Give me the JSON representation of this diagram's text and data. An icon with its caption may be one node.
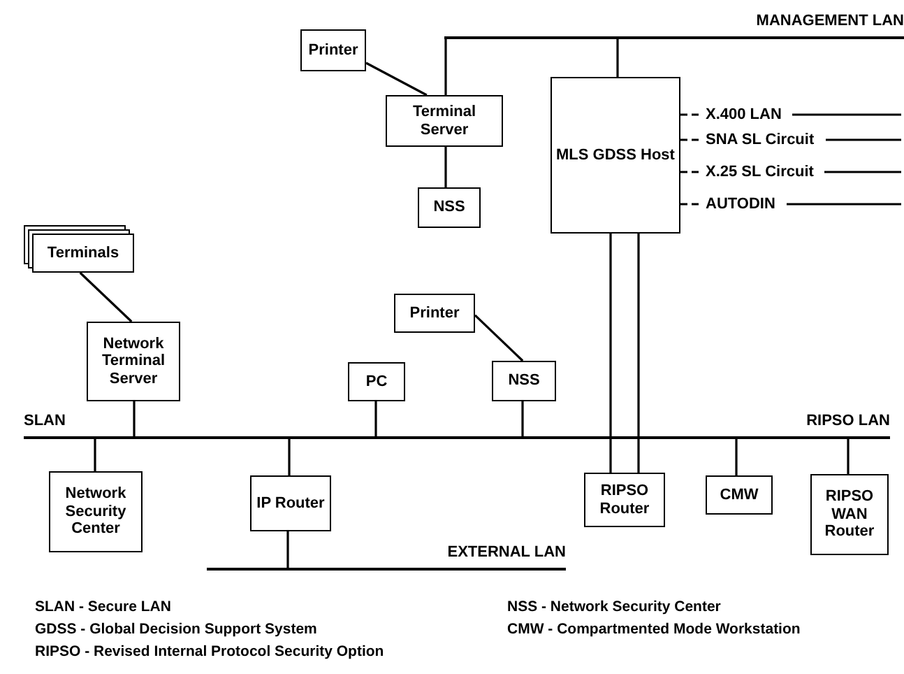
{
  "diagram": {
    "nodes": [
      {
        "text": [
          "MANAGEMENT LAN"
        ]
      },
      {
        "text": [
          "Printer"
        ]
      },
      {
        "text": [
          "Terminal Server"
        ]
      },
      {
        "text": [
          "NSS"
        ]
      },
      {
        "text": [
          "MLS GDSS Host"
        ]
      },
      {
        "text": [
          "X.400 LAN"
        ]
      },
      {
        "text": [
          "SNA SL Circuit"
        ]
      },
      {
        "text": [
          "X.25 SL Circuit"
        ]
      },
      {
        "text": [
          "AUTODIN"
        ]
      },
      {
        "text": [
          "Terminals"
        ]
      },
      {
        "text": [
          "Network Terminal Server"
        ]
      },
      {
        "text": [
          "Printer"
        ]
      },
      {
        "text": [
          "PC"
        ]
      },
      {
        "text": [
          "NSS"
        ]
      },
      {
        "text": [
          "SLAN",
          "RIPSO LAN"
        ]
      },
      {
        "text": [
          "Network Security Center"
        ]
      },
      {
        "text": [
          "IP Router"
        ]
      },
      {
        "text": [
          "RIPSO Router"
        ]
      },
      {
        "text": [
          "CMW"
        ]
      },
      {
        "text": [
          "RIPSO WAN Router"
        ]
      },
      {
        "text": [
          "EXTERNAL LAN"
        ]
      }
    ],
    "edges": [
      {
        "from": 2,
        "to": 0,
        "arrow": "none"
      },
      {
        "from": 1,
        "to": 2,
        "arrow": "none"
      },
      {
        "from": 2,
        "to": 3,
        "arrow": "none"
      },
      {
        "from": 0,
        "to": 4,
        "arrow": "none"
      },
      {
        "from": 4,
        "to": 5,
        "arrow": "none",
        "style": "dashed"
      },
      {
        "from": 4,
        "to": 6,
        "arrow": "none",
        "style": "dashed"
      },
      {
        "from": 4,
        "to": 7,
        "arrow": "none",
        "style": "dashed"
      },
      {
        "from": 4,
        "to": 8,
        "arrow": "none",
        "style": "dashed"
      },
      {
        "from": 5,
        "to": null,
        "arrow": "none"
      },
      {
        "from": 6,
        "to": null,
        "arrow": "none"
      },
      {
        "from": 7,
        "to": null,
        "arrow": "none"
      },
      {
        "from": 8,
        "to": null,
        "arrow": "none"
      },
      {
        "from": 9,
        "to": 10,
        "arrow": "none"
      },
      {
        "from": 11,
        "to": 13,
        "arrow": "none"
      },
      {
        "from": 10,
        "to": 14,
        "arrow": "none"
      },
      {
        "from": 12,
        "to": 14,
        "arrow": "none"
      },
      {
        "from": 13,
        "to": 14,
        "arrow": "none"
      },
      {
        "from": 14,
        "to": 15,
        "arrow": "none"
      },
      {
        "from": 14,
        "to": 16,
        "arrow": "none"
      },
      {
        "from": 4,
        "to": 17,
        "arrow": "none"
      },
      {
        "from": 14,
        "to": 18,
        "arrow": "none"
      },
      {
        "from": 14,
        "to": 19,
        "arrow": "none"
      },
      {
        "from": 16,
        "to": 20,
        "arrow": "none"
      }
    ],
    "labels": [
      "SLAN - Secure LAN",
      "NSS - Network Security Center",
      "GDSS - Global Decision Support System",
      "CMW - Compartmented Mode Workstation",
      "RIPSO - Revised Internal Protocol Security Option"
    ]
  }
}
